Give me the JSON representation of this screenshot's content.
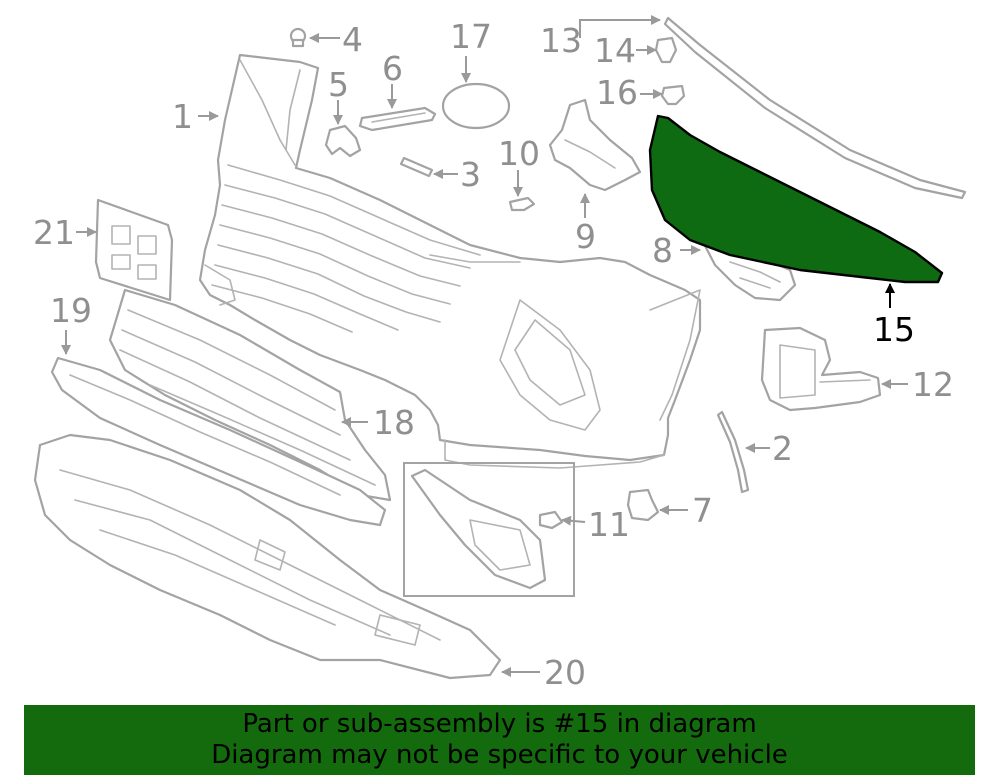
{
  "callouts": {
    "c1": "1",
    "c2": "2",
    "c3": "3",
    "c4": "4",
    "c5": "5",
    "c6": "6",
    "c7": "7",
    "c8": "8",
    "c9": "9",
    "c10": "10",
    "c11": "11",
    "c12": "12",
    "c13": "13",
    "c14": "14",
    "c15": "15",
    "c16": "16",
    "c17": "17",
    "c18": "18",
    "c19": "19",
    "c20": "20",
    "c21": "21"
  },
  "highlighted_part": "15",
  "banner": {
    "line1": "Part or sub-assembly is #15 in diagram",
    "line2": "Diagram may not be specific to your vehicle"
  },
  "colors": {
    "highlight_fill": "#0e6b12",
    "banner_bg": "#136b0e",
    "outline": "#a3a3a3"
  }
}
